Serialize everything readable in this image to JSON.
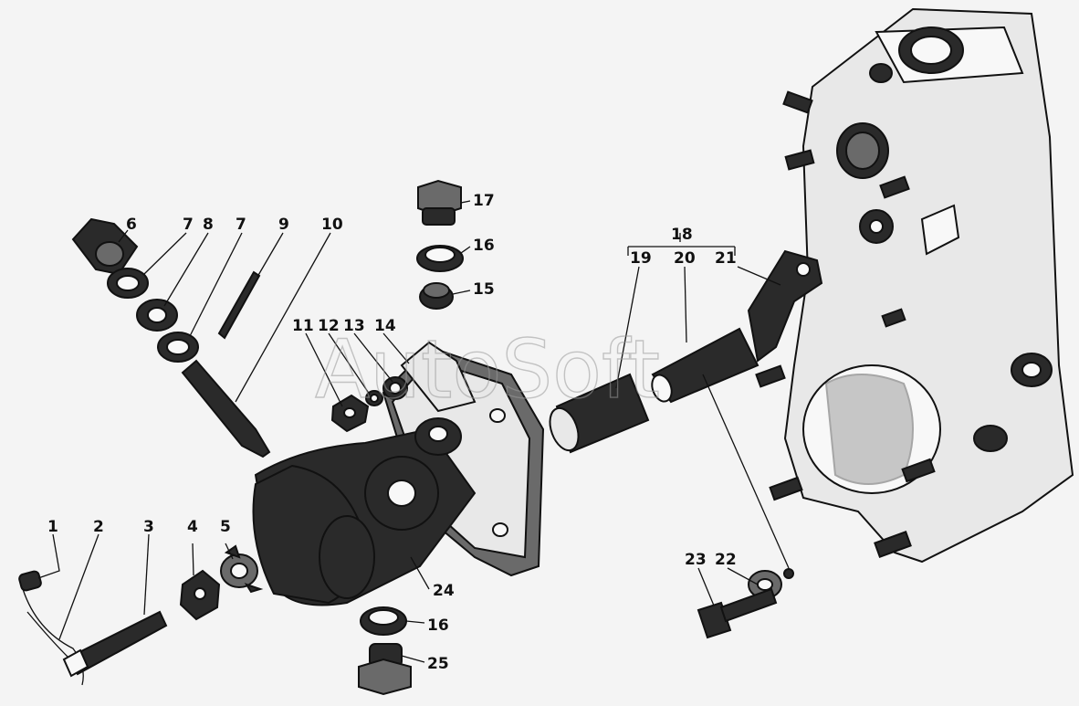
{
  "watermark": "AutoSoft",
  "callouts": [
    {
      "id": "c1",
      "text": "1"
    },
    {
      "id": "c2",
      "text": "2"
    },
    {
      "id": "c3",
      "text": "3"
    },
    {
      "id": "c4",
      "text": "4"
    },
    {
      "id": "c5",
      "text": "5"
    },
    {
      "id": "c6",
      "text": "6"
    },
    {
      "id": "c7a",
      "text": "7"
    },
    {
      "id": "c8",
      "text": "8"
    },
    {
      "id": "c7b",
      "text": "7"
    },
    {
      "id": "c9",
      "text": "9"
    },
    {
      "id": "c10",
      "text": "10"
    },
    {
      "id": "c11",
      "text": "11"
    },
    {
      "id": "c12",
      "text": "12"
    },
    {
      "id": "c13",
      "text": "13"
    },
    {
      "id": "c14",
      "text": "14"
    },
    {
      "id": "c15",
      "text": "15"
    },
    {
      "id": "c16a",
      "text": "16"
    },
    {
      "id": "c17",
      "text": "17"
    },
    {
      "id": "c18",
      "text": "18"
    },
    {
      "id": "c19",
      "text": "19"
    },
    {
      "id": "c20",
      "text": "20"
    },
    {
      "id": "c21",
      "text": "21"
    },
    {
      "id": "c22",
      "text": "22"
    },
    {
      "id": "c23",
      "text": "23"
    },
    {
      "id": "c24",
      "text": "24"
    },
    {
      "id": "c16b",
      "text": "16"
    },
    {
      "id": "c25",
      "text": "25"
    }
  ]
}
